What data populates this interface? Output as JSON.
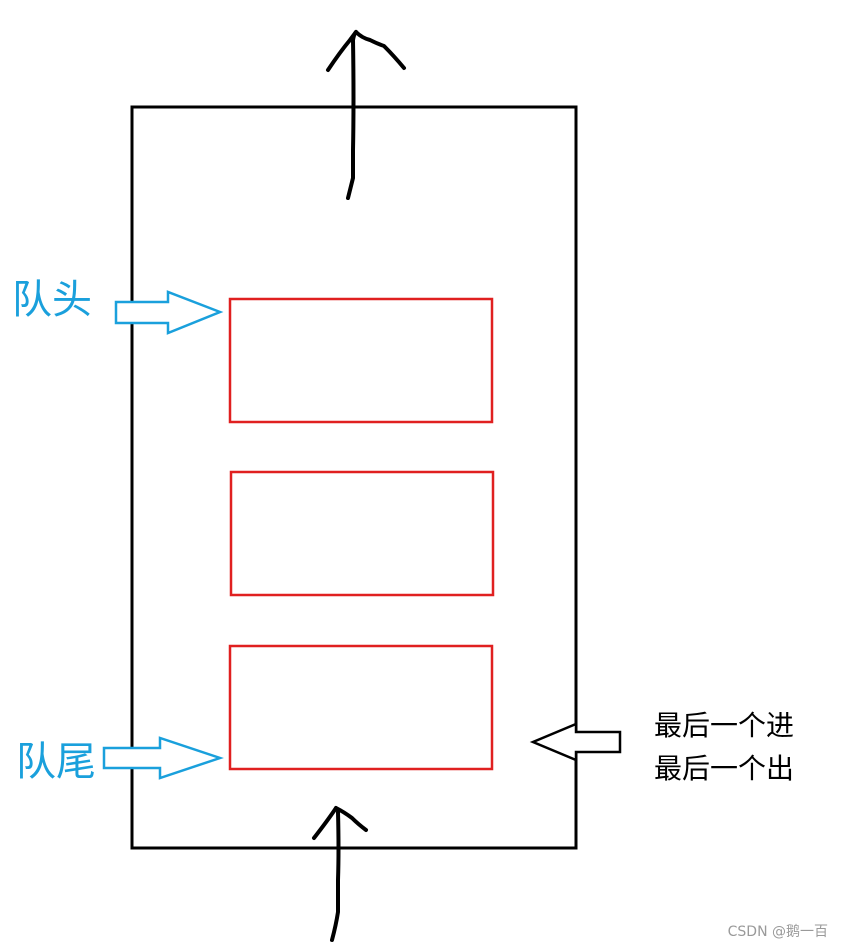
{
  "labels": {
    "queue_head": "队头",
    "queue_tail": "队尾",
    "note_line1": "最后一个进",
    "note_line2": "最后一个出",
    "watermark": "CSDN @鹅一百"
  },
  "colors": {
    "outline": "#000000",
    "slot": "#e02020",
    "label_blue": "#1aa0dc",
    "watermark": "#9a9a9a",
    "background": "#ffffff"
  }
}
